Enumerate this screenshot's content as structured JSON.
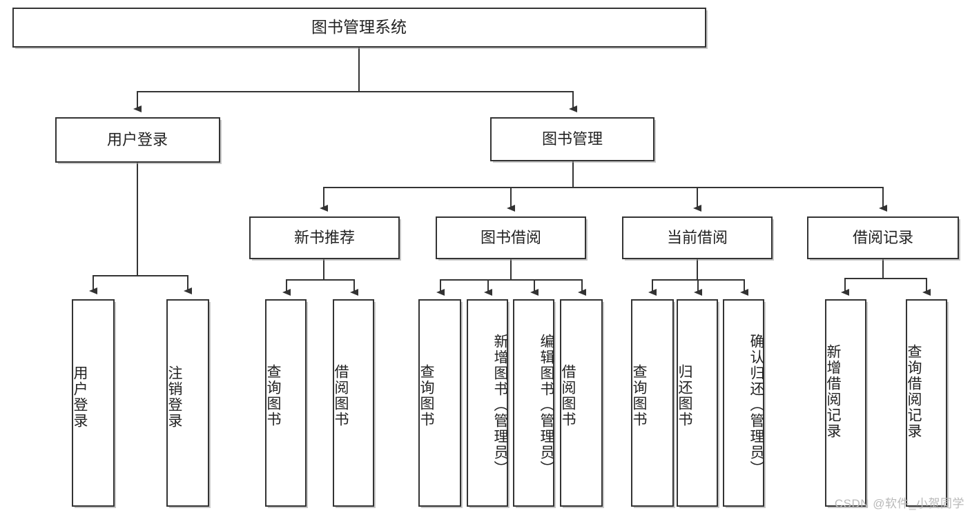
{
  "diagram": {
    "type": "tree",
    "title": "图书管理系统",
    "orientation": "top-down",
    "colors": {
      "box_fill": "#ffffff",
      "box_stroke": "#333333",
      "text": "#222222",
      "watermark": "#b9b9b9",
      "background": "#ffffff"
    },
    "root": {
      "label": "图书管理系统"
    },
    "level1": [
      {
        "label": "用户登录"
      },
      {
        "label": "图书管理"
      }
    ],
    "level2": [
      {
        "label": "新书推荐"
      },
      {
        "label": "图书借阅"
      },
      {
        "label": "当前借阅"
      },
      {
        "label": "借阅记录"
      }
    ],
    "leaves": {
      "user_login": [
        {
          "label": "用户登录"
        },
        {
          "label": "注销登录"
        }
      ],
      "new_book_recommend": [
        {
          "label": "查询图书"
        },
        {
          "label": "借阅图书"
        }
      ],
      "book_borrow": [
        {
          "label": "查询图书"
        },
        {
          "label": "新增图书（管理员）"
        },
        {
          "label": "编辑图书（管理员）"
        },
        {
          "label": "借阅图书"
        }
      ],
      "current_borrow": [
        {
          "label": "查询图书"
        },
        {
          "label": "归还图书"
        },
        {
          "label": "确认归还（管理员）"
        }
      ],
      "borrow_record": [
        {
          "label": "新增借阅记录"
        },
        {
          "label": "查询借阅记录"
        }
      ]
    },
    "watermark": "CSDN @软件_小贺同学"
  }
}
